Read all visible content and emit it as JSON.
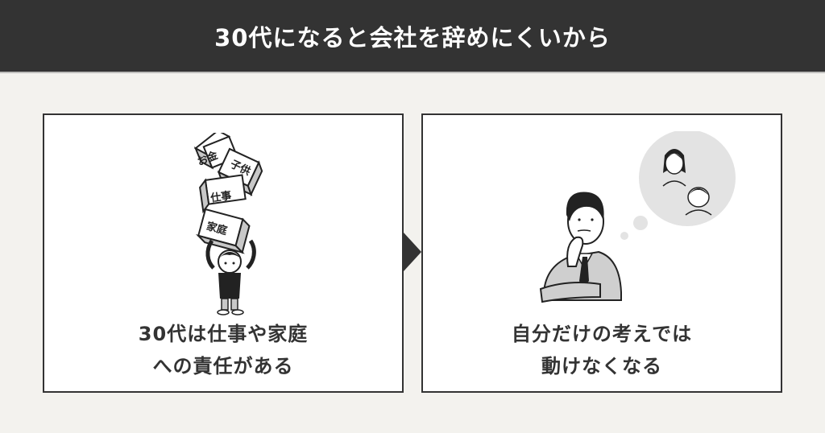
{
  "header": {
    "title": "30代になると会社を辞めにくいから",
    "background": "#333333"
  },
  "cards": [
    {
      "illustration": "person-holding-boxes",
      "boxes": [
        "お金",
        "子供",
        "仕事",
        "家庭"
      ],
      "caption_lines": [
        "30代は仕事や家庭",
        "への責任がある"
      ]
    },
    {
      "illustration": "businessman-thinking-of-family",
      "caption_lines": [
        "自分だけの考えでは",
        "動けなくなる"
      ]
    }
  ],
  "connector": "arrow-right",
  "colors": {
    "background": "#f3f2ee",
    "card": "#ffffff",
    "border": "#333333",
    "bubble": "#e3e3e3"
  }
}
